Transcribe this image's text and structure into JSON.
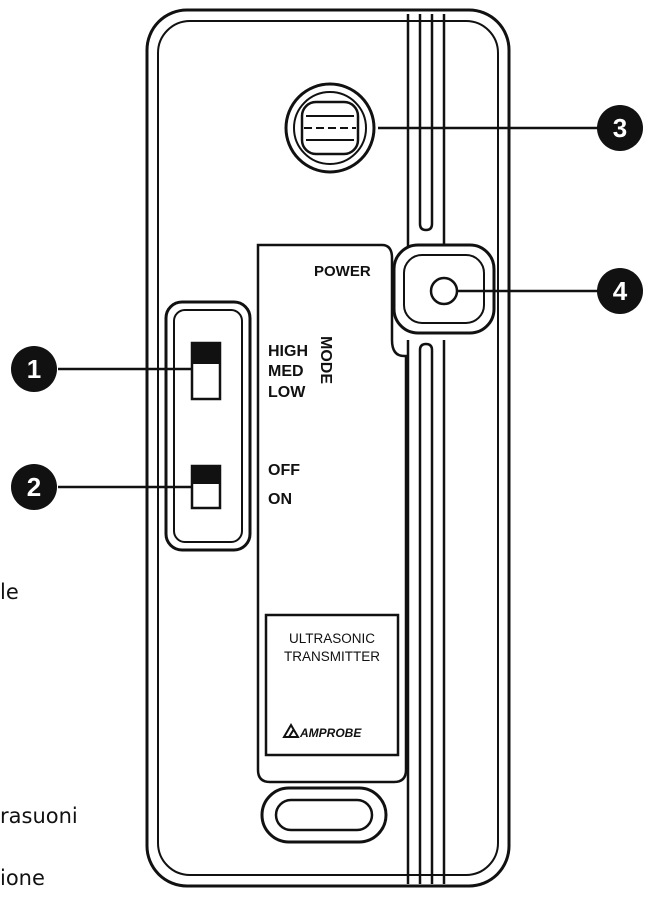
{
  "device": {
    "power_label": "POWER",
    "mode_label": "MODE",
    "mode_options": [
      "HIGH",
      "MED",
      "LOW"
    ],
    "switch_options": [
      "OFF",
      "ON"
    ],
    "product_line1": "ULTRASONIC",
    "product_line2": "TRANSMITTER",
    "brand": "AMPROBE"
  },
  "callouts": [
    "1",
    "2",
    "3",
    "4"
  ],
  "background_fragments": [
    "le",
    "rasuoni",
    "ione"
  ],
  "colors": {
    "ink": "#111111",
    "paper": "#ffffff"
  }
}
